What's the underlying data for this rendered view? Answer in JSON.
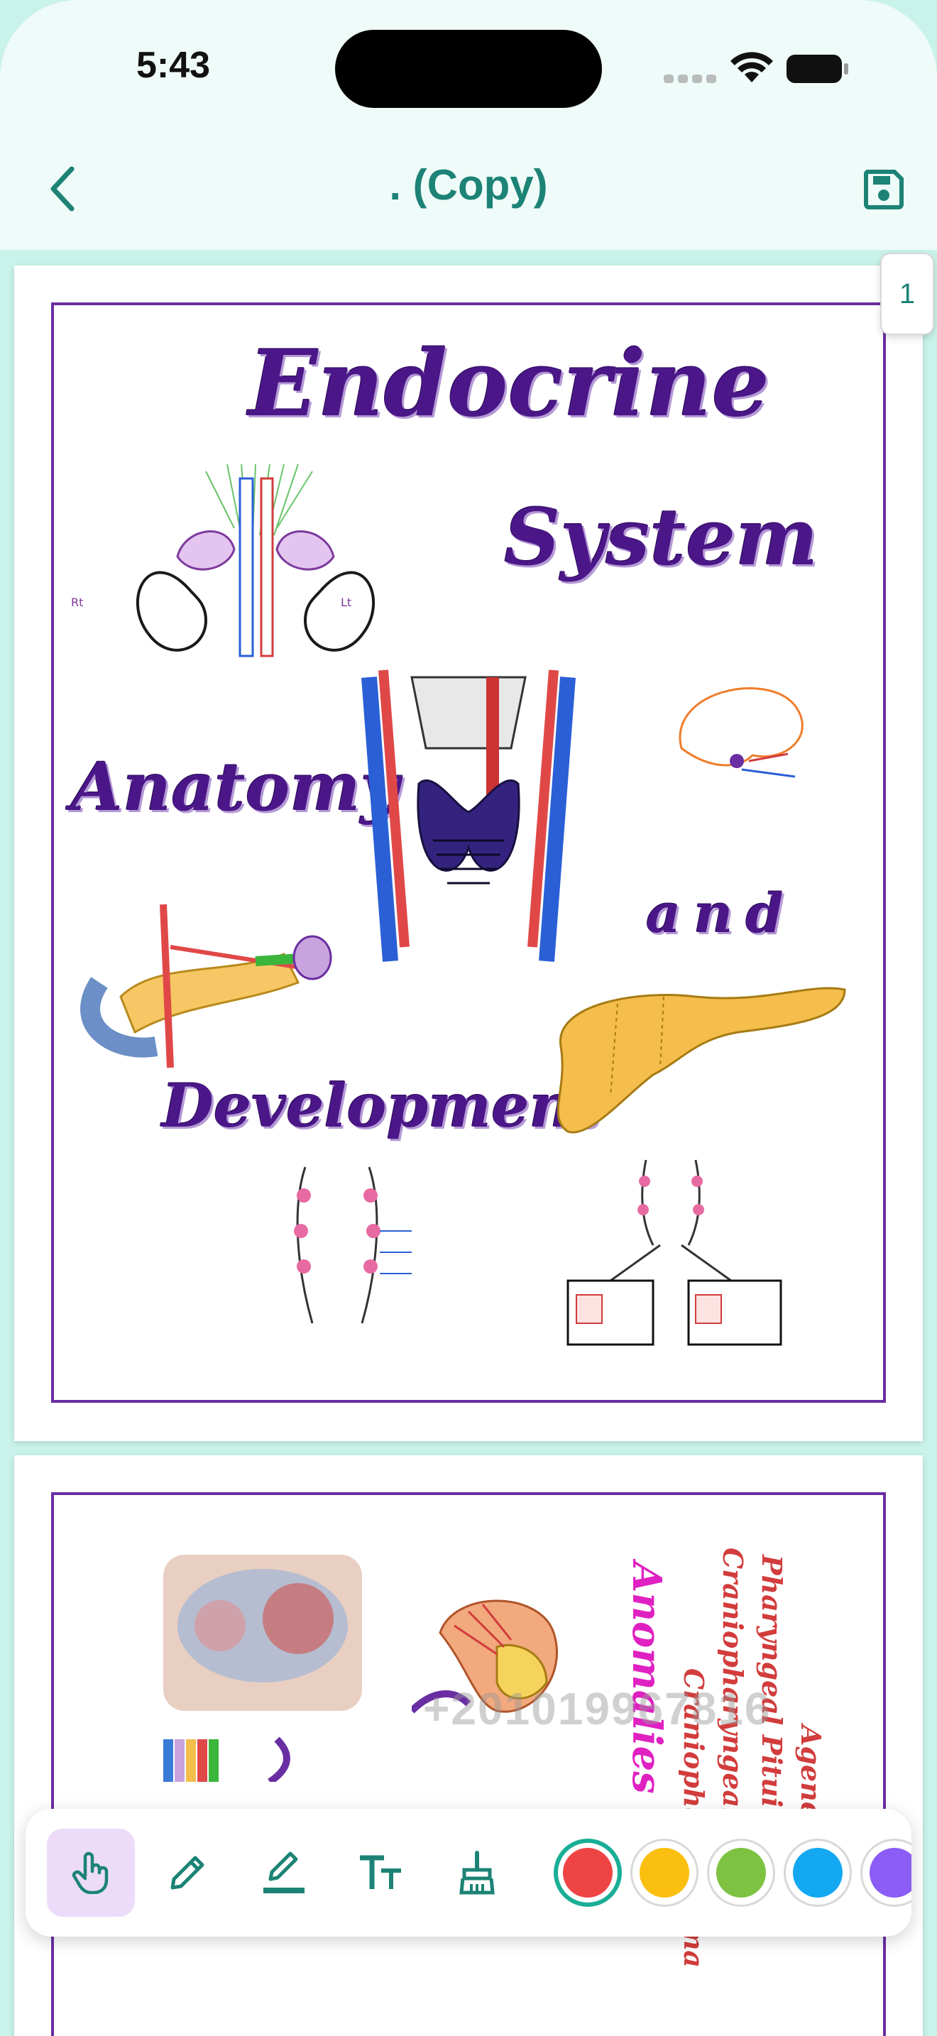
{
  "status_bar": {
    "time": "5:43"
  },
  "header": {
    "title": ". (Copy)"
  },
  "page_indicator": {
    "page": "1"
  },
  "page1": {
    "words": {
      "endocrine": "Endocrine",
      "system": "System",
      "anatomy": "Anatomy",
      "and": "and",
      "development": "Development"
    }
  },
  "page2": {
    "anomalies_title": "Anomalies",
    "anomalies": [
      "Craniopharyngioma",
      "Craniopharyngeal Canal",
      "Pharyngeal Pituitary",
      "Agenesis"
    ],
    "watermark": "+201019967816"
  },
  "toolbar": {
    "tools": [
      {
        "name": "hand-tool",
        "icon": "hand-pointer-icon",
        "active": true
      },
      {
        "name": "pen-tool",
        "icon": "pencil-icon",
        "active": false
      },
      {
        "name": "highlighter-tool",
        "icon": "highlighter-icon",
        "active": false
      },
      {
        "name": "text-tool",
        "icon": "text-size-icon",
        "active": false
      },
      {
        "name": "eraser-tool",
        "icon": "broom-icon",
        "active": false
      }
    ],
    "colors": [
      "#ef4444",
      "#fbbf0f",
      "#7ec242",
      "#14a8f2",
      "#8b5cf6"
    ],
    "selected_color": "#ef4444",
    "accent": "#1c8376"
  }
}
